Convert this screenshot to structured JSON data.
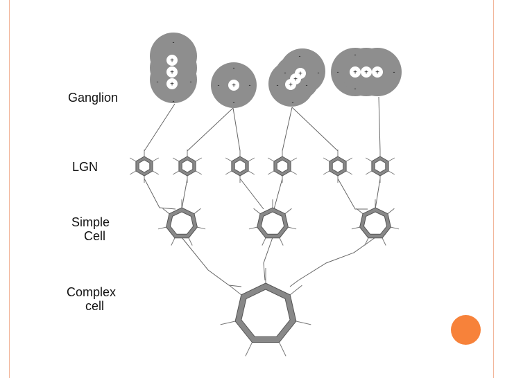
{
  "labels": {
    "ganglion": "Ganglion",
    "lgn": "LGN",
    "simple": [
      "Simple",
      "Cell"
    ],
    "complex": [
      "Complex",
      "cell"
    ]
  },
  "signs": {
    "center": "+",
    "surround": "-"
  },
  "colors": {
    "cell_fill": "#888888",
    "receptive_field": "#8e8e8e",
    "connector": "#666666",
    "frame": "#f2b59a",
    "nav_dot": "#f7823a"
  }
}
